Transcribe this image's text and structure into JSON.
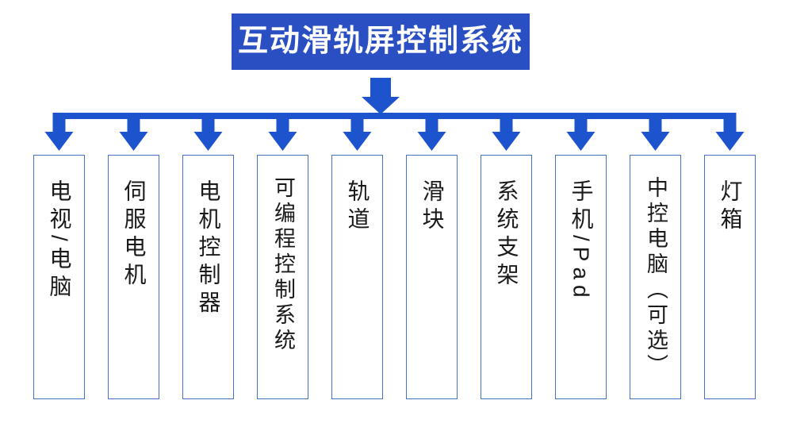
{
  "title": {
    "label": "互动滑轨屏控制系统"
  },
  "colors": {
    "connector_blue": "#1d53cc",
    "title_background": "#2a4fc2",
    "title_text": "#ffffff",
    "box_border": "#4472c4",
    "box_text": "#1a1a1a",
    "background": "#ffffff"
  },
  "diagram": {
    "type": "tree",
    "root": "互动滑轨屏控制系统",
    "children": [
      "电视/电脑",
      "伺服电机",
      "电机控制器",
      "可编程控制系统",
      "轨道",
      "滑块",
      "系统支架",
      "手机/Pad",
      "中控电脑（可选）",
      "灯箱"
    ]
  },
  "boxes": [
    {
      "label": "电视/电脑"
    },
    {
      "label": "伺服电机"
    },
    {
      "label": "电机控制器"
    },
    {
      "label": "可编程控制系统"
    },
    {
      "label": "轨道"
    },
    {
      "label": "滑块"
    },
    {
      "label": "系统支架"
    },
    {
      "label": "手机/Pad"
    },
    {
      "label": "中控电脑（可选）"
    },
    {
      "label": "灯箱"
    }
  ]
}
